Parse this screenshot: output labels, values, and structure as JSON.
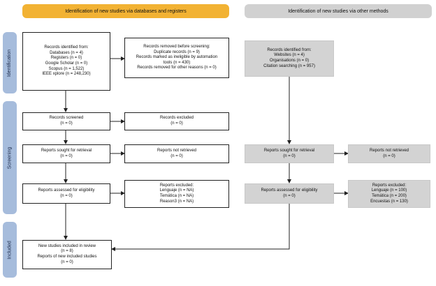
{
  "colors": {
    "header_left": "#f2b233",
    "header_right": "#d1d1d1",
    "side_bar": "#a6bcdc",
    "gray_box": "#d3d3d3",
    "line": "#222222"
  },
  "headers": {
    "left": "Identification of new studies via databases and registers",
    "right": "Identification of new studies via other methods"
  },
  "phases": {
    "identification": "Identification",
    "screening": "Screening",
    "included": "Included"
  },
  "left": {
    "identified": {
      "title": "Records identified from:",
      "lines": [
        "Databases (n = 4)",
        "Registers (n = 0)",
        "Google Scholar (n = 0)",
        "Scopus (n = 1,522)",
        "IEEE xplore (n = 248,230)"
      ]
    },
    "removed": {
      "title": "Records removed before screening:",
      "lines": [
        "Duplicate records (n = 9)",
        "Records marked as ineligible by automation",
        "tools (n = 430)",
        "Records removed for other reasons (n = 0)"
      ]
    },
    "screened": {
      "title": "Records screened",
      "count": "(n = 0)"
    },
    "excluded": {
      "title": "Records excluded",
      "count": "(n = 0)"
    },
    "sought": {
      "title": "Reports sought for retrieval",
      "count": "(n = 0)"
    },
    "not_retrieved": {
      "title": "Reports not retrieved",
      "count": "(n = 0)"
    },
    "assessed": {
      "title": "Reports assessed for eligibility",
      "count": "(n = 0)"
    },
    "reports_excluded": {
      "title": "Reports excluded:",
      "lines": [
        "Lenguaje (n = NA)",
        "Temática (n = NA)",
        "Reason3 (n = NA)"
      ]
    },
    "included": {
      "lines": [
        "New studies included in review",
        "(n = 8)",
        "Reports of new included studies",
        "(n = 0)"
      ]
    }
  },
  "right": {
    "identified": {
      "title": "Records identified from:",
      "lines": [
        "Websites (n = 4)",
        "Organisations (n = 0)",
        "Citation searching (n = 957)"
      ]
    },
    "sought": {
      "title": "Reports sought for retrieval",
      "count": "(n = 0)"
    },
    "not_retrieved": {
      "title": "Reports not retrieved",
      "count": "(n = 0)"
    },
    "assessed": {
      "title": "Reports assessed for eligibility",
      "count": "(n = 0)"
    },
    "reports_excluded": {
      "title": "Reports excluded:",
      "lines": [
        "Lenguaje (n = 100)",
        "Temática (n = 200)",
        "Encuestas (n = 130)"
      ]
    }
  }
}
